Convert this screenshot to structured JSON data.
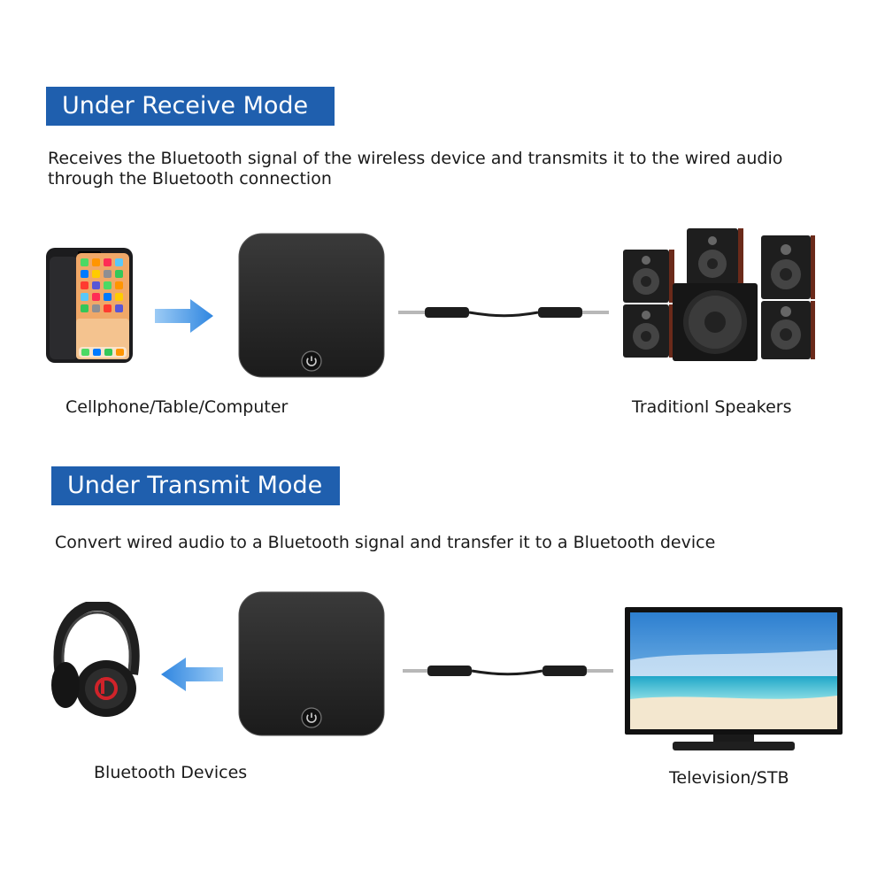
{
  "receive": {
    "title": "Under Receive Mode",
    "description_line1": "Receives the Bluetooth signal of the wireless device and transmits it to the wired audio",
    "description_line2": "through the Bluetooth connection",
    "source_caption": "Cellphone/Table/Computer",
    "target_caption": "Traditionl Speakers"
  },
  "transmit": {
    "title": "Under Transmit Mode",
    "description": "Convert wired audio to a Bluetooth signal and transfer it to a Bluetooth device",
    "target_caption": "Bluetooth Devices",
    "source_caption": "Television/STB"
  },
  "colors": {
    "banner": "#1f5fae",
    "arrow": "#3a95e6",
    "device": "#222222"
  },
  "icons": [
    "smartphone-icon",
    "arrow-right-icon",
    "bluetooth-adapter-icon",
    "power-icon",
    "audio-cable-icon",
    "speakers-icon",
    "headphones-icon",
    "arrow-left-icon",
    "television-icon"
  ]
}
